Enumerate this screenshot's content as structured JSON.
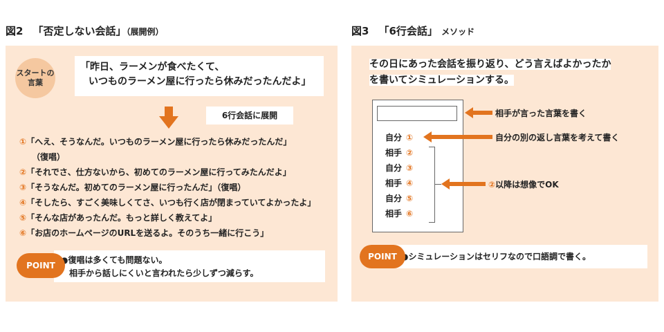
{
  "fig2": {
    "number": "図2",
    "title": "「否定しない会話」",
    "subtitle": "（展開例）",
    "start_badge": [
      "スタートの",
      "言葉"
    ],
    "quote": [
      "「昨日、ラーメンが食べたくて、",
      "いつものラーメン屋に行ったら休みだったんだよ」"
    ],
    "expand_label": "6行会話に展開",
    "lines": [
      {
        "mark": "①",
        "text": "「へえ、そうなんだ。いつものラーメン屋に行ったら休みだったんだ」"
      },
      {
        "mark": "",
        "text": "（復唱）",
        "indent": true
      },
      {
        "mark": "②",
        "text": "「それでさ、仕方ないから、初めてのラーメン屋に行ってみたんだよ」"
      },
      {
        "mark": "③",
        "text": "「そうなんだ。初めてのラーメン屋に行ったんだ」（復唱）"
      },
      {
        "mark": "④",
        "text": "「そしたら、すごく美味しくてさ、いつも行く店が閉まっていてよかったよ」"
      },
      {
        "mark": "⑤",
        "text": "「そんな店があったんだ。もっと詳しく教えてよ」"
      },
      {
        "mark": "⑥",
        "text": "「お店のホームページのURLを送るよ。そのうち一緒に行こう」"
      }
    ],
    "point_label": "POINT",
    "point_lines": [
      "●復唱は多くても問題ない。",
      "相手から話しにくいと言われたら少しずつ減らす。"
    ]
  },
  "fig3": {
    "number": "図3",
    "title": "「6行会話」",
    "subtitle": "メソッド",
    "lead": [
      "その日にあった会話を振り返り、どう言えばよかったか",
      "を書いてシミュレーションする。"
    ],
    "rows": [
      {
        "who": "自分",
        "mark": "①"
      },
      {
        "who": "相手",
        "mark": "②"
      },
      {
        "who": "自分",
        "mark": "③"
      },
      {
        "who": "相手",
        "mark": "④"
      },
      {
        "who": "自分",
        "mark": "⑤"
      },
      {
        "who": "相手",
        "mark": "⑥"
      }
    ],
    "notes": {
      "top": "相手が言った言葉を書く",
      "mid": "自分の別の返し言葉を考えて書く",
      "bottom_mark": "②",
      "bottom": "以降は想像でOK"
    },
    "point_label": "POINT",
    "point_text": "●シミュレーションはセリフなので口語調で書く。"
  },
  "colors": {
    "accent": "#e2741f",
    "panel": "#fde7d4",
    "badge": "#f5c8a0"
  }
}
